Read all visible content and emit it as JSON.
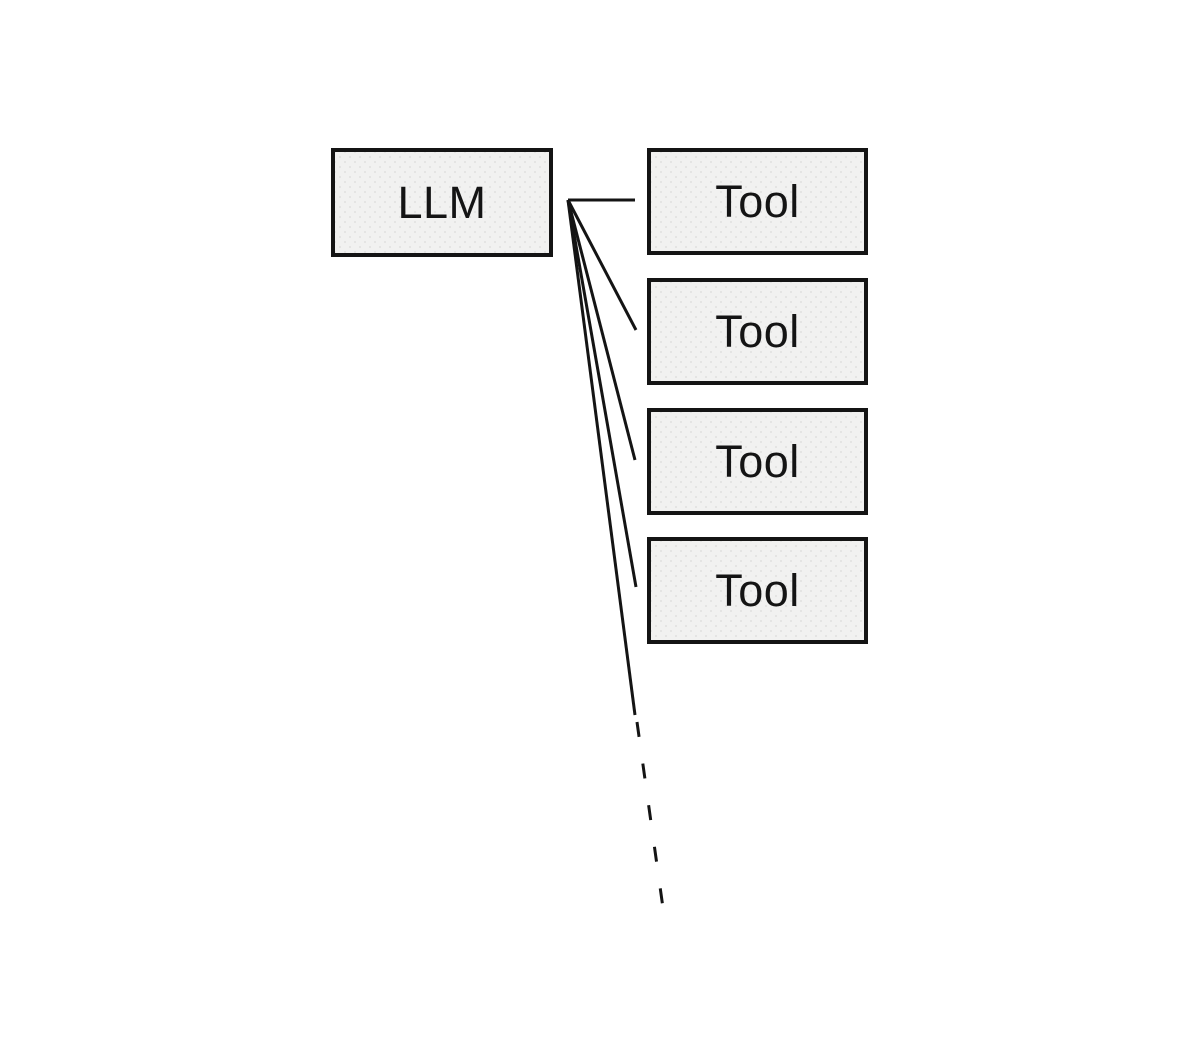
{
  "diagram": {
    "nodes": {
      "llm": {
        "label": "LLM"
      },
      "tools": [
        {
          "label": "Tool"
        },
        {
          "label": "Tool"
        },
        {
          "label": "Tool"
        },
        {
          "label": "Tool"
        }
      ]
    },
    "connections": [
      {
        "from": "llm",
        "to": "tool-1",
        "style": "solid"
      },
      {
        "from": "llm",
        "to": "tool-2",
        "style": "solid"
      },
      {
        "from": "llm",
        "to": "tool-3",
        "style": "solid"
      },
      {
        "from": "llm",
        "to": "tool-4",
        "style": "solid"
      },
      {
        "from": "llm",
        "to": "more-tools-implied",
        "style": "solid-then-dashed"
      }
    ],
    "colors": {
      "background": "#ffffff",
      "box_fill": "#f1f1f0",
      "box_border": "#141414",
      "line": "#141414",
      "text": "#141414"
    }
  }
}
